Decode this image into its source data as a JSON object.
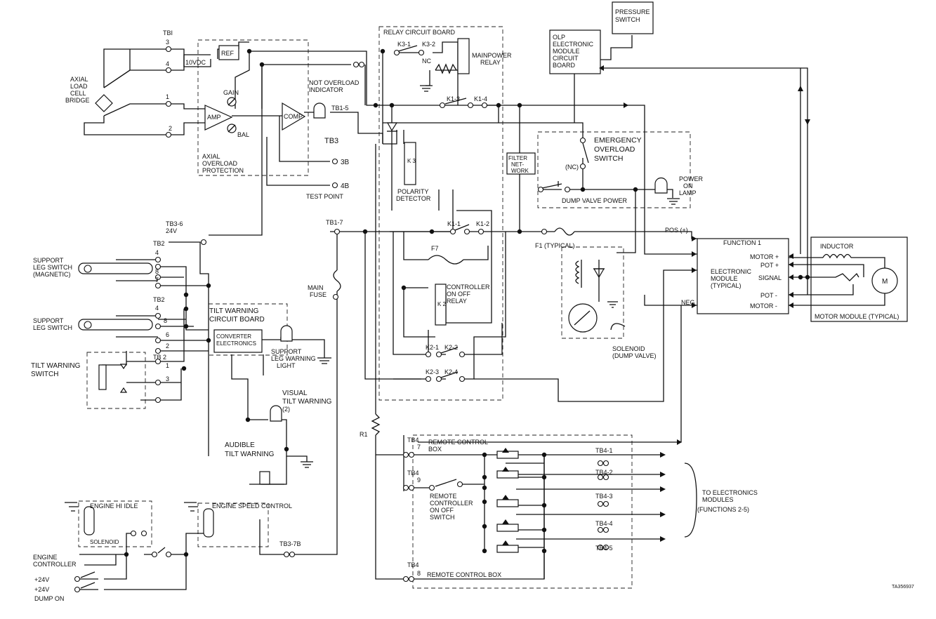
{
  "labels": {
    "tb1": "TBI",
    "tb1_t3": "3",
    "tb1_t4": "4",
    "tb1_t1": "1",
    "tb1_t2": "2",
    "vdc": "10VDC",
    "ref": "REF",
    "gain": "GAIN",
    "amp": "AMP",
    "bal": "BAL",
    "comp": "COMP",
    "axial_load_l1": "AXIAL",
    "axial_load_l2": "LOAD",
    "axial_load_l3": "CELL",
    "axial_load_l4": "BRIDGE",
    "aop_l1": "AXIAL",
    "aop_l2": "OVERLOAD",
    "aop_l3": "PROTECTION",
    "noi_l1": "NOT OVERLOAD",
    "noi_l2": "INDICATOR",
    "tb1_5": "TB1-5",
    "tb3": "TB3",
    "t3b": "3B",
    "t4b": "4B",
    "test_point": "TEST POINT",
    "relay_board": "RELAY CIRCUIT BOARD",
    "k3_1": "K3-1",
    "k3_2": "K3-2",
    "nc": "NC",
    "mpr_l1": "MAINPOWER",
    "mpr_l2": "RELAY",
    "k1_3": "K1-3",
    "k1_4": "K1-4",
    "k3": "K 3",
    "pd_l1": "POLARITY",
    "pd_l2": "DETECTOR",
    "fn_l1": "FILTER",
    "fn_l2": "NET-",
    "fn_l3": "WORK",
    "olp_l1": "OLP",
    "olp_l2": "ELECTRONIC",
    "olp_l3": "MODULE",
    "olp_l4": "CIRCUIT",
    "olp_l5": "BOARD",
    "ps_l1": "PRESSURE",
    "ps_l2": "SWITCH",
    "eos_l1": "EMERGENCY",
    "eos_l2": "OVERLOAD",
    "eos_l3": "SWITCH",
    "inc": "(NC)",
    "dvp": "DUMP VALVE POWER",
    "pol_l1": "POWER",
    "pol_l2": "ON",
    "pol_l3": "LAMP",
    "tb1_7": "TB1-7",
    "k1_1": "K1-1",
    "k1_2": "K1-2",
    "f1": "F1 (TYPICAL)",
    "pos": "POS (+)",
    "f7": "F7",
    "main_fuse_l1": "MAIN",
    "main_fuse_l2": "FUSE",
    "coor_l1": "CONTROLLER",
    "coor_l2": "ON OFF",
    "coor_l3": "RELAY",
    "k2": "K 2",
    "k2_1": "K2-1",
    "k2_2": "K2-2",
    "k2_3": "K2-3",
    "k2_4": "K2-4",
    "function1": "FUNCTION 1",
    "em_l1": "ELECTRONIC",
    "em_l2": "MODULE",
    "em_l3": "(TYPICAL)",
    "motor_p": "MOTOR +",
    "pot_p": "POT +",
    "signal": "SIGNAL",
    "pot_m": "POT -",
    "motor_m": "MOTOR -",
    "neg": "NEG",
    "inductor": "INDUCTOR",
    "m": "M",
    "mm": "MOTOR MODULE (TYPICAL)",
    "sol_l1": "SOLENOID",
    "sol_l2": "(DUMP VALVE)",
    "tb3_6": "TB3-6",
    "v24": "24V",
    "tb2a": "TB2",
    "tb2a_4": "4",
    "tb2a_8": "8",
    "tb2a_7": "7",
    "tb2b": "TB2",
    "tb2b_4": "4",
    "tb2b_8": "8",
    "tb2_6": "6",
    "tb2_2": "2",
    "sls1_l1": "SUPPORT",
    "sls1_l2": "LEG SWITCH",
    "sls1_l3": "(MAGNETIC)",
    "sls2_l1": "SUPPORT",
    "sls2_l2": "LEG SWITCH",
    "twcb_l1": "TILT WARNING",
    "twcb_l2": "CIRCUIT BOARD",
    "ce_l1": "CONVERTER",
    "ce_l2": "ELECTRONICS",
    "slwl_l1": "SUPPORT",
    "slwl_l2": "LEG WARNING",
    "slwl_l3": "LIGHT",
    "tws_l1": "TILT WARNING",
    "tws_l2": "SWITCH",
    "tb2c": "TB 2",
    "tb2c_1": "1",
    "tb2c_3": "3",
    "vtw_l1": "VISUAL",
    "vtw_l2": "TILT WARNING",
    "vtw_l3": "(2)",
    "atw_l1": "AUDIBLE",
    "atw_l2": "TILT WARNING",
    "r1": "R1",
    "tb4a": "TB4",
    "tb4a_7": "7",
    "rcb_l1": "REMOTE CONTROL",
    "rcb_l2": "BOX",
    "tb4b": "TB4",
    "tb4b_9": "9",
    "rcos_l1": "REMOTE",
    "rcos_l2": "CONTROLLER",
    "rcos_l3": "ON OFF",
    "rcos_l4": "SWITCH",
    "tb4_1": "TB4-1",
    "tb4_2": "TB4-2",
    "tb4_3": "TB4-3",
    "tb4_4": "TB4-4",
    "tb4_5": "TB4-5",
    "tem_l1": "TO ELECTRONICS",
    "tem_l2": "MODULES",
    "tem_l3": "(FUNCTIONS 2-5)",
    "tb4c": "TB4",
    "tb4c_8": "8",
    "rcb2": "REMOTE CONTROL BOX",
    "ehi": "ENGINE HI IDLE",
    "esc": "ENGINE SPEED CONTROL",
    "solenoid": "SOLENOID",
    "ec_l1": "ENGINE",
    "ec_l2": "CONTROLLER",
    "tb3_7b": "TB3-7B",
    "p24": "+24V",
    "p24d": "+24V",
    "dump_on": "DUMP ON",
    "fig_id": "TA356937"
  }
}
